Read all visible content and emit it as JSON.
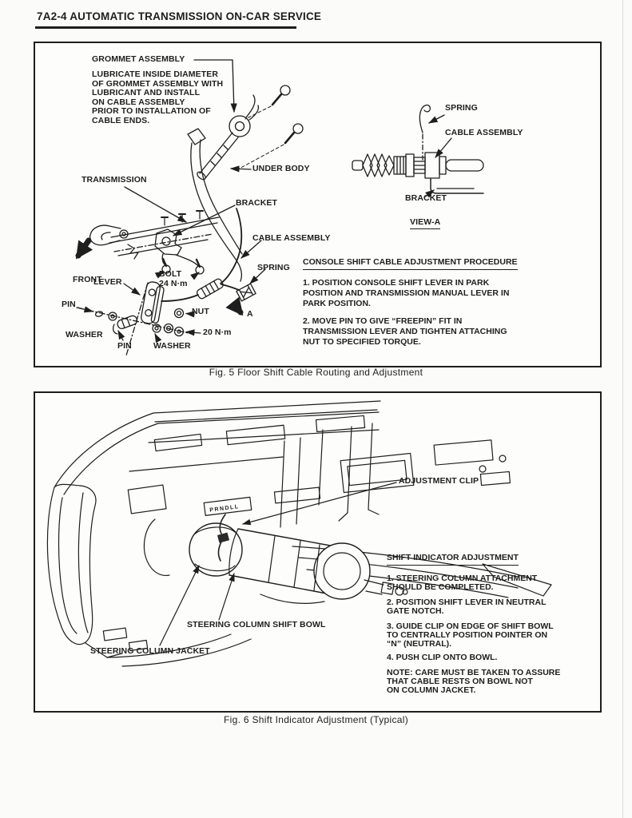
{
  "colors": {
    "ink": "#1e1e1e",
    "paper": "#fbfbf9"
  },
  "header": {
    "title": "7A2-4  AUTOMATIC TRANSMISSION ON-CAR SERVICE"
  },
  "figure5": {
    "caption": "Fig. 5 Floor Shift Cable Routing and Adjustment",
    "labels": {
      "grommet_assembly": "GROMMET ASSEMBLY",
      "grommet_note": "LUBRICATE INSIDE DIAMETER\nOF GROMMET ASSEMBLY WITH\nLUBRICANT AND INSTALL\nON CABLE ASSEMBLY\nPRIOR TO INSTALLATION OF\nCABLE ENDS.",
      "transmission": "TRANSMISSION",
      "under_body": "UNDER BODY",
      "bracket": "BRACKET",
      "cable_assembly": "CABLE ASSEMBLY",
      "front": "FRONT",
      "lever": "LEVER",
      "bolt": "BOLT",
      "bolt_torque": "24 N·m",
      "spring": "SPRING",
      "pin_left": "PIN",
      "nut": "NUT",
      "washer_left": "WASHER",
      "pin_bottom": "PIN",
      "washer_bottom": "WASHER",
      "nut_torque": "20 N·m",
      "view_direction": "A"
    },
    "view_a": {
      "spring": "SPRING",
      "cable_assembly": "CABLE ASSEMBLY",
      "bracket": "BRACKET",
      "title": "VIEW-A"
    },
    "procedure": {
      "title": "CONSOLE SHIFT CABLE ADJUSTMENT PROCEDURE",
      "steps": [
        "1. POSITION CONSOLE SHIFT LEVER IN PARK\nPOSITION AND TRANSMISSION MANUAL LEVER IN\nPARK POSITION.",
        "2. MOVE PIN TO GIVE “FREEPIN” FIT IN\nTRANSMISSION LEVER AND TIGHTEN ATTACHING\nNUT TO SPECIFIED TORQUE."
      ]
    }
  },
  "figure6": {
    "caption": "Fig. 6 Shift Indicator Adjustment (Typical)",
    "labels": {
      "adjustment_clip": "ADJUSTMENT CLIP",
      "steering_column_shift_bowl": "STEERING COLUMN SHIFT BOWL",
      "steering_column_jacket": "STEERING COLUMN JACKET",
      "indicator_glyphs": "PRNDLL"
    },
    "procedure": {
      "title": "SHIFT INDICATOR ADJUSTMENT",
      "steps": [
        "1. STEERING COLUMN ATTACHMENT\nSHOULD BE COMPLETED.",
        "2. POSITION SHIFT LEVER IN NEUTRAL\nGATE NOTCH.",
        "3. GUIDE CLIP ON EDGE OF SHIFT BOWL\nTO CENTRALLY POSITION POINTER ON\n“N” (NEUTRAL).",
        "4. PUSH CLIP ONTO BOWL.",
        "NOTE: CARE MUST BE TAKEN TO ASSURE\nTHAT CABLE RESTS ON BOWL NOT\nON COLUMN JACKET."
      ]
    }
  }
}
